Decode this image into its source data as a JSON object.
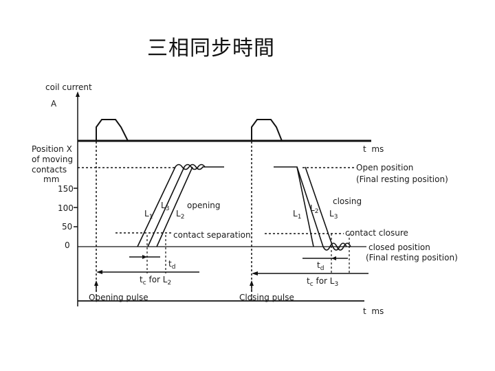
{
  "title": "三相同步時間",
  "coil_current": {
    "label": "coil current",
    "unit": "A"
  },
  "position": {
    "label_line1": "Position",
    "label_symbol": "X",
    "label_line2": "of moving",
    "label_line3": "contacts",
    "unit": "mm",
    "ticks": [
      "150",
      "100",
      "50",
      "0"
    ]
  },
  "time_axis": {
    "symbol": "t",
    "unit": "ms"
  },
  "open_position": {
    "line1": "Open position",
    "line2": "(Final resting position)"
  },
  "closed_position": {
    "line1": "closed position",
    "line2": "(Final resting position)"
  },
  "opening": {
    "label": "opening",
    "L1": "L",
    "L1_sub": "1",
    "L2": "L",
    "L2_sub": "2",
    "L3": "L",
    "L3_sub": "3"
  },
  "closing": {
    "label": "closing",
    "L1": "L",
    "L1_sub": "1",
    "L2": "L",
    "L2_sub": "2",
    "L3": "L",
    "L3_sub": "3"
  },
  "contact_separation": "contact separation",
  "contact_closure": "contact closure",
  "td_open": {
    "t": "t",
    "sub": "d"
  },
  "td_close": {
    "t": "t",
    "sub": "d"
  },
  "tc_open": {
    "t": "t",
    "sub": "c",
    "text": " for L",
    "L_sub": "2"
  },
  "tc_close": {
    "t": "t",
    "sub": "c",
    "text": " for L",
    "L_sub": "3"
  },
  "opening_pulse": "Opening pulse",
  "closing_pulse": "Closing pulse"
}
